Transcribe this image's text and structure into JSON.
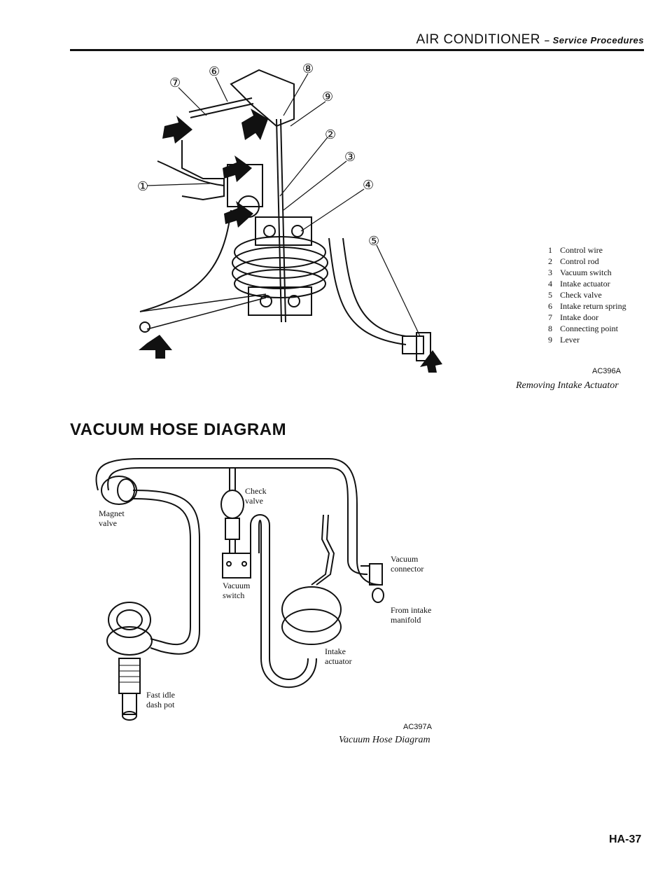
{
  "header": {
    "title": "AIR CONDITIONER",
    "subtitle": "– Service Procedures"
  },
  "figure1": {
    "callouts": [
      "①",
      "②",
      "③",
      "④",
      "⑤",
      "⑥",
      "⑦",
      "⑧",
      "⑨"
    ],
    "legend": [
      {
        "num": "1",
        "label": "Control wire"
      },
      {
        "num": "2",
        "label": "Control rod"
      },
      {
        "num": "3",
        "label": "Vacuum switch"
      },
      {
        "num": "4",
        "label": "Intake actuator"
      },
      {
        "num": "5",
        "label": "Check valve"
      },
      {
        "num": "6",
        "label": "Intake return spring"
      },
      {
        "num": "7",
        "label": "Intake door"
      },
      {
        "num": "8",
        "label": "Connecting point"
      },
      {
        "num": "9",
        "label": "Lever"
      }
    ],
    "code": "AC396A",
    "caption": "Removing Intake Actuator"
  },
  "section": {
    "title": "VACUUM HOSE DIAGRAM"
  },
  "figure2": {
    "labels": {
      "magnet_valve": "Magnet valve",
      "check_valve": "Check valve",
      "vacuum_switch": "Vacuum switch",
      "vacuum_connector": "Vacuum connector",
      "from_intake_manifold": "From intake manifold",
      "intake_actuator": "Intake actuator",
      "fast_idle_dash_pot": "Fast idle dash pot"
    },
    "code": "AC397A",
    "caption": "Vacuum Hose Diagram"
  },
  "page_number": "HA-37"
}
